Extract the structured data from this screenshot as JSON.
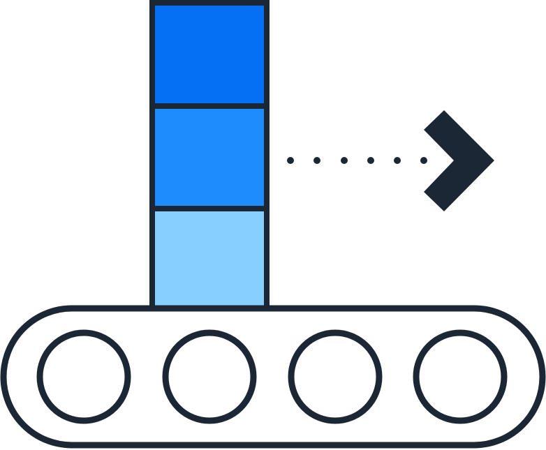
{
  "illustration": {
    "subject": "conveyor-belt-with-stacked-blocks-and-arrow",
    "colors": {
      "outline": "#1b2735",
      "block_top": "#0570f3",
      "block_middle": "#1f8cfd",
      "block_bottom": "#87cfff",
      "background": "#ffffff"
    },
    "blocks": [
      {
        "name": "top",
        "color_key": "block_top"
      },
      {
        "name": "middle",
        "color_key": "block_middle"
      },
      {
        "name": "bottom",
        "color_key": "block_bottom"
      }
    ],
    "rollers_count": 4,
    "dots_count": 6,
    "icons": [
      "stacked-blocks-icon",
      "conveyor-belt-icon",
      "roller-icon",
      "dotted-line-icon",
      "chevron-right-icon"
    ]
  }
}
